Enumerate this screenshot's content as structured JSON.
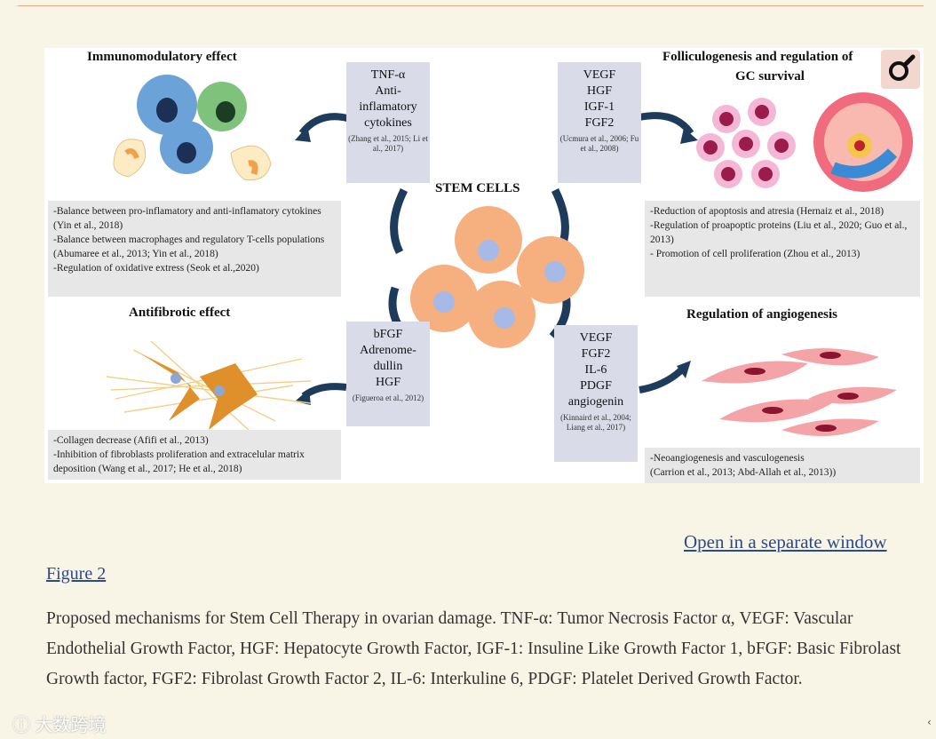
{
  "figure": {
    "panels": {
      "immuno": {
        "title": "Immunomodulatory effect",
        "factors": [
          "TNF-α",
          "Anti-",
          "inflamatory",
          "cytokines"
        ],
        "citation": "(Zhang et al., 2015; Li et al., 2017)",
        "effects": [
          "-Balance between pro-inflamatory and anti-inflamatory cytokines (Yin et al., 2018)",
          "-Balance between macrophages and regulatory T-cells populations (Abumaree et al., 2013; Yin et al., 2018)",
          "-Regulation of oxidative extress (Seok et al.,2020)"
        ]
      },
      "follicle": {
        "title_line1": "Folliculogenesis and regulation of",
        "title_line2": "GC survival",
        "factors": [
          "VEGF",
          "HGF",
          "IGF-1",
          "FGF2"
        ],
        "citation": "(Ucmura et al., 2006; Fu et al., 2008)",
        "effects": [
          "-Reduction of apoptosis and atresia (Hernaiz et al., 2018)",
          "-Regulation of proapoptic proteins (Liu et al., 2020; Guo et al., 2013)",
          "- Promotion of cell proliferation (Zhou et al., 2013)"
        ]
      },
      "center": {
        "title": "STEM CELLS"
      },
      "antifibrotic": {
        "title": "Antifibrotic effect",
        "factors": [
          "bFGF",
          "Adrenome-",
          "dullin",
          "HGF"
        ],
        "citation": "(Figueroa et al., 2012)",
        "effects": [
          "-Collagen decrease (Afifi et al., 2013)",
          "-Inhibition of fibroblasts proliferation and extracelular matrix deposition (Wang et al., 2017; He et al., 2018)"
        ]
      },
      "angio": {
        "title": "Regulation of angiogenesis",
        "factors": [
          "VEGF",
          "FGF2",
          "IL-6",
          "PDGF",
          "angiogenin"
        ],
        "citation": "(Kinnaird et al., 2004; Liang et al., 2017)",
        "effects": [
          "-Neoangiogenesis and vasculogenesis",
          "(Carrion et al., 2013; Abd-Allah et al., 2013))"
        ]
      }
    }
  },
  "links": {
    "open_window": "Open in a separate window",
    "figure_label": "Figure 2"
  },
  "caption": "Proposed mechanisms for Stem Cell Therapy in ovarian damage. TNF-α: Tumor Necrosis Factor α, VEGF: Vascular Endothelial Growth Factor, HGF: Hepatocyte Growth Factor, IGF-1: Insuline Like Growth Factor 1, bFGF: Basic Fibrolast Growth factor, FGF2: Fibrolast Growth Factor 2, IL-6: Interkuline 6, PDGF: Platelet Derived Growth Factor.",
  "watermark": "大数跨境",
  "colors": {
    "background": "#f9f5e6",
    "link": "#2a4a8c",
    "arrow": "#1f3b5c",
    "stem_cell": "#f6b080",
    "factor_box": "#d9dbe8"
  }
}
